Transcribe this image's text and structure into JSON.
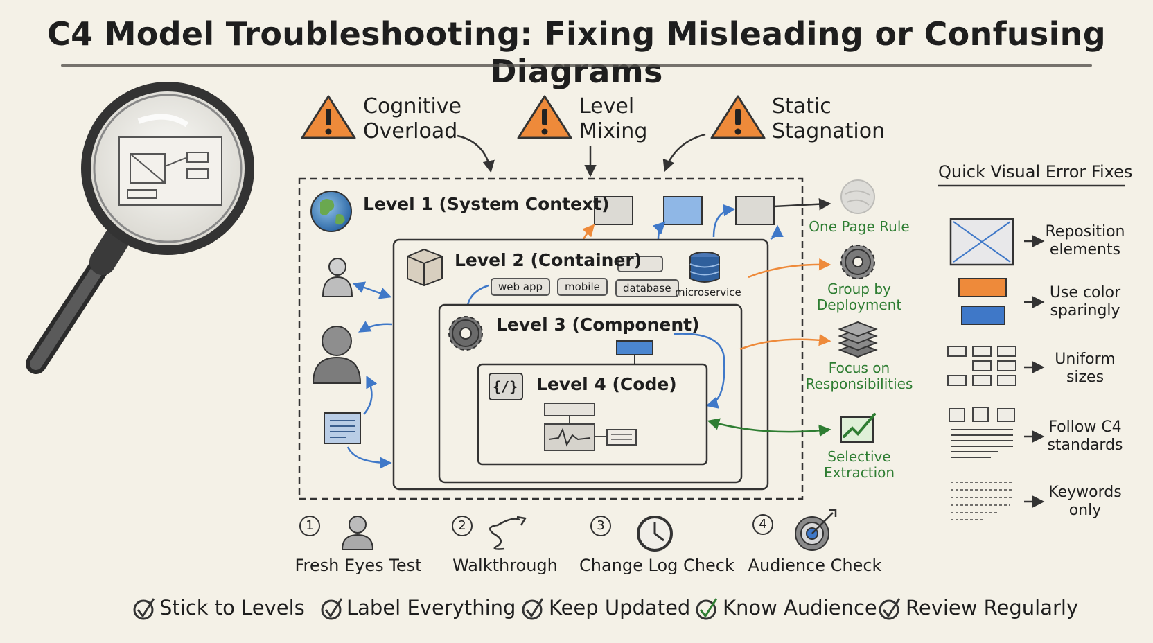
{
  "title": "C4 Model Troubleshooting: Fixing Misleading or Confusing Diagrams",
  "warnings": [
    {
      "line1": "Cognitive",
      "line2": "Overload",
      "icon": "warning-triangle-icon"
    },
    {
      "line1": "Level",
      "line2": "Mixing",
      "icon": "warning-triangle-icon"
    },
    {
      "line1": "Static",
      "line2": "Stagnation",
      "icon": "warning-triangle-icon"
    }
  ],
  "levels": {
    "l1": "Level 1 (System Context)",
    "l2": "Level 2 (Container)",
    "l3": "Level 3 (Component)",
    "l4": "Level 4 (Code)",
    "chips": [
      "web app",
      "mobile",
      "database"
    ],
    "microservice": "microservice",
    "code_badge": "{/}"
  },
  "guidance": [
    {
      "line1": "One Page Rule",
      "line2": "",
      "icon": "blurred-circle-icon"
    },
    {
      "line1": "Group by",
      "line2": "Deployment",
      "icon": "gear-icon"
    },
    {
      "line1": "Focus on",
      "line2": "Responsibilities",
      "icon": "stacked-layers-icon"
    },
    {
      "line1": "Selective",
      "line2": "Extraction",
      "icon": "trend-chart-icon"
    }
  ],
  "steps": [
    {
      "num": "1",
      "label": "Fresh Eyes Test",
      "icon": "person-icon"
    },
    {
      "num": "2",
      "label": "Walkthrough",
      "icon": "path-arrow-icon"
    },
    {
      "num": "3",
      "label": "Change Log Check",
      "icon": "clock-icon"
    },
    {
      "num": "4",
      "label": "Audience Check",
      "icon": "target-icon"
    }
  ],
  "fixes": {
    "title": "Quick Visual Error Fixes",
    "items": [
      {
        "line1": "Reposition",
        "line2": "elements"
      },
      {
        "line1": "Use color",
        "line2": "sparingly"
      },
      {
        "line1": "Uniform",
        "line2": "sizes"
      },
      {
        "line1": "Follow C4",
        "line2": "standards"
      },
      {
        "line1": "Keywords",
        "line2": "only"
      }
    ]
  },
  "checklist": [
    "Stick to Levels",
    "Label Everything",
    "Keep Updated",
    "Know Audience",
    "Review Regularly"
  ],
  "colors": {
    "orange": "#ee8a3a",
    "blue": "#3f78c8",
    "green": "#2e7d32",
    "ink": "#3a3a3a"
  }
}
